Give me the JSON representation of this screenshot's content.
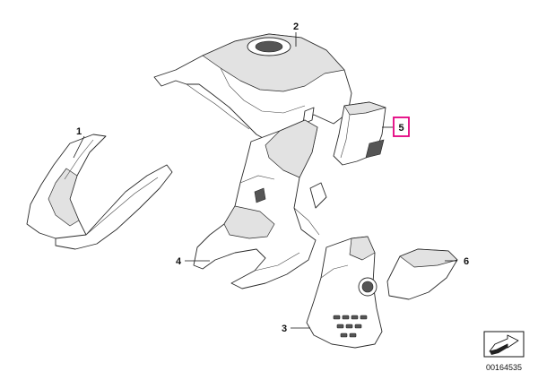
{
  "diagram": {
    "callouts": [
      {
        "id": "1",
        "label": "1"
      },
      {
        "id": "2",
        "label": "2"
      },
      {
        "id": "3",
        "label": "3"
      },
      {
        "id": "4",
        "label": "4"
      },
      {
        "id": "5",
        "label": "5",
        "highlighted": true
      },
      {
        "id": "6",
        "label": "6"
      }
    ],
    "highlight_color": "#e4007f",
    "reference_number": "00164535",
    "nav_icon": "direction-arrow-icon"
  }
}
